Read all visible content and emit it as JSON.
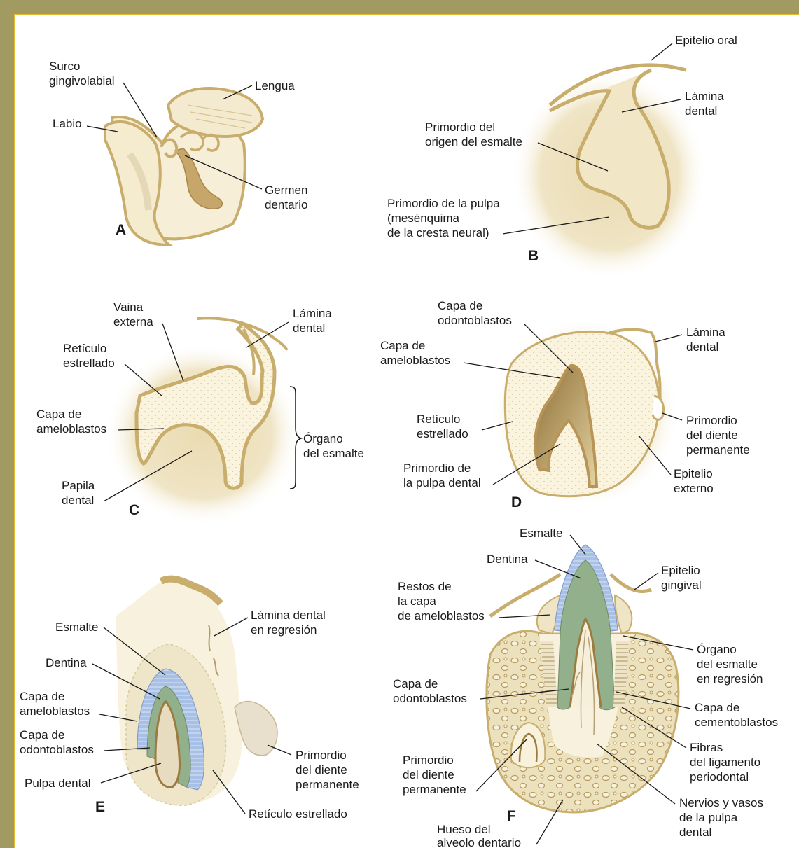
{
  "colors": {
    "frame": "#a29b61",
    "frame_accent": "#e3bb2b",
    "epithelium": "#c8ad6c",
    "mesenchyme": "#efe5c6",
    "mesenchyme_halo": "#e6d6a8",
    "stellate": "#faf4df",
    "enamel": "#a9c0e6",
    "dentin": "#93b08c",
    "pulp_brown": "#a8874e",
    "text": "#1a1a1a"
  },
  "panels": {
    "A": {
      "letter": "A",
      "labels": {
        "surco": [
          "Surco",
          "gingivolabial"
        ],
        "lengua": [
          "Lengua"
        ],
        "labio": [
          "Labio"
        ],
        "germen": [
          "Germen",
          "dentario"
        ]
      }
    },
    "B": {
      "letter": "B",
      "labels": {
        "epitelio": [
          "Epitelio oral"
        ],
        "lamina": [
          "Lámina",
          "dental"
        ],
        "primordio_esmalte": [
          "Primordio del",
          "origen del esmalte"
        ],
        "primordio_pulpa": [
          "Primordio de la pulpa",
          "(mesénquima",
          "de la cresta neural)"
        ]
      }
    },
    "C": {
      "letter": "C",
      "labels": {
        "vaina": [
          "Vaina",
          "externa"
        ],
        "lamina": [
          "Lámina",
          "dental"
        ],
        "reticulo": [
          "Retículo",
          "estrellado"
        ],
        "capa_amelo": [
          "Capa de",
          "ameloblastos"
        ],
        "organo": [
          "Órgano",
          "del esmalte"
        ],
        "papila": [
          "Papila",
          "dental"
        ]
      }
    },
    "D": {
      "letter": "D",
      "labels": {
        "odonto": [
          "Capa de",
          "odontoblastos"
        ],
        "lamina": [
          "Lámina",
          "dental"
        ],
        "amelo": [
          "Capa de",
          "ameloblastos"
        ],
        "reticulo": [
          "Retículo",
          "estrellado"
        ],
        "primordio_perm": [
          "Primordio",
          "del diente",
          "permanente"
        ],
        "primordio_pulpa": [
          "Primordio de",
          "la pulpa dental"
        ],
        "epitelio_ext": [
          "Epitelio",
          "externo"
        ]
      }
    },
    "E": {
      "letter": "E",
      "labels": {
        "lamina_reg": [
          "Lámina dental",
          "en regresión"
        ],
        "esmalte": [
          "Esmalte"
        ],
        "dentina": [
          "Dentina"
        ],
        "amelo": [
          "Capa de",
          "ameloblastos"
        ],
        "odonto": [
          "Capa de",
          "odontoblastos"
        ],
        "pulpa": [
          "Pulpa dental"
        ],
        "primordio_perm": [
          "Primordio",
          "del diente",
          "permanente"
        ],
        "reticulo": [
          "Retículo estrellado"
        ]
      }
    },
    "F": {
      "letter": "F",
      "labels": {
        "esmalte": [
          "Esmalte"
        ],
        "dentina": [
          "Dentina"
        ],
        "epitelio_ging": [
          "Epitelio",
          "gingival"
        ],
        "restos": [
          "Restos de",
          "la capa",
          "de ameloblastos"
        ],
        "organo_reg": [
          "Órgano",
          "del esmalte",
          "en regresión"
        ],
        "odonto": [
          "Capa de",
          "odontoblastos"
        ],
        "cemento": [
          "Capa de",
          "cementoblastos"
        ],
        "fibras": [
          "Fibras",
          "del ligamento",
          "periodontal"
        ],
        "primordio_perm": [
          "Primordio",
          "del diente",
          "permanente"
        ],
        "nervios": [
          "Nervios y vasos",
          "de la pulpa",
          "dental"
        ],
        "hueso": [
          "Hueso del",
          "alveolo dentario"
        ]
      }
    }
  }
}
